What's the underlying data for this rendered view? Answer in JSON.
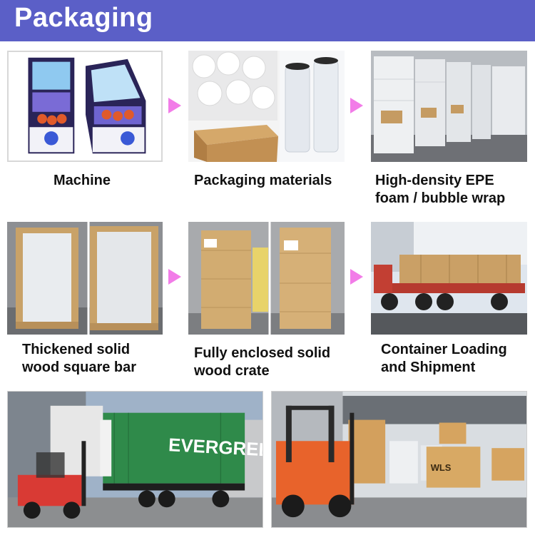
{
  "header": {
    "title": "Packaging"
  },
  "steps": [
    {
      "label": "Machine"
    },
    {
      "label": "Packaging materials"
    },
    {
      "label_lines": [
        "High-density EPE",
        "foam / bubble wrap"
      ]
    },
    {
      "label_lines": [
        "Thickened solid",
        "wood square bar"
      ]
    },
    {
      "label_lines": [
        "Fully enclosed solid",
        "wood crate"
      ]
    },
    {
      "label_lines": [
        "Container Loading",
        "and Shipment"
      ]
    }
  ],
  "photo_text": {
    "container_brand": "EVERGREEN",
    "crate_stamp": "WLS"
  },
  "colors": {
    "header_bg": "#5b5fc7",
    "arrow": "#f27ce8",
    "crate": "#c9a268",
    "foam": "#eef0f2",
    "container": "#2f8a4a"
  },
  "icons": [
    "right-arrow-icon"
  ]
}
